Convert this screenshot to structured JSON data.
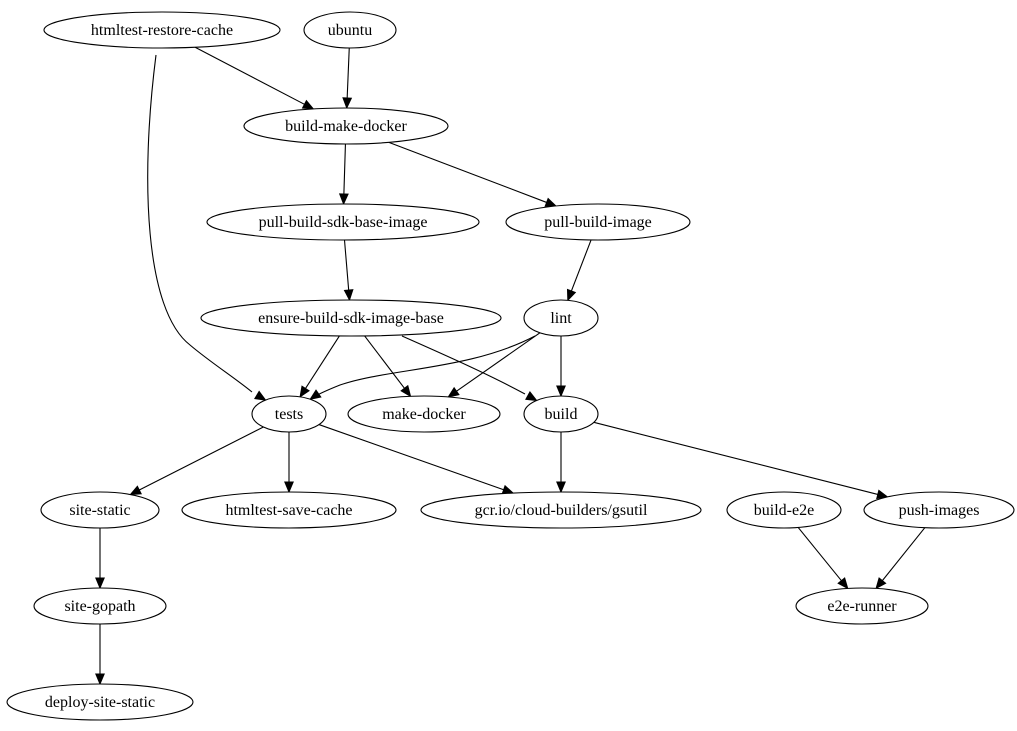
{
  "diagram": {
    "type": "directed-graph",
    "nodes": [
      {
        "id": "htmltest-restore-cache",
        "label": "htmltest-restore-cache"
      },
      {
        "id": "ubuntu",
        "label": "ubuntu"
      },
      {
        "id": "build-make-docker",
        "label": "build-make-docker"
      },
      {
        "id": "pull-build-sdk-base-image",
        "label": "pull-build-sdk-base-image"
      },
      {
        "id": "pull-build-image",
        "label": "pull-build-image"
      },
      {
        "id": "ensure-build-sdk-image-base",
        "label": "ensure-build-sdk-image-base"
      },
      {
        "id": "lint",
        "label": "lint"
      },
      {
        "id": "tests",
        "label": "tests"
      },
      {
        "id": "make-docker",
        "label": "make-docker"
      },
      {
        "id": "build",
        "label": "build"
      },
      {
        "id": "site-static",
        "label": "site-static"
      },
      {
        "id": "htmltest-save-cache",
        "label": "htmltest-save-cache"
      },
      {
        "id": "gsutil",
        "label": "gcr.io/cloud-builders/gsutil"
      },
      {
        "id": "build-e2e",
        "label": "build-e2e"
      },
      {
        "id": "push-images",
        "label": "push-images"
      },
      {
        "id": "site-gopath",
        "label": "site-gopath"
      },
      {
        "id": "e2e-runner",
        "label": "e2e-runner"
      },
      {
        "id": "deploy-site-static",
        "label": "deploy-site-static"
      }
    ],
    "edges": [
      {
        "from": "htmltest-restore-cache",
        "to": "build-make-docker"
      },
      {
        "from": "htmltest-restore-cache",
        "to": "tests"
      },
      {
        "from": "ubuntu",
        "to": "build-make-docker"
      },
      {
        "from": "build-make-docker",
        "to": "pull-build-sdk-base-image"
      },
      {
        "from": "build-make-docker",
        "to": "pull-build-image"
      },
      {
        "from": "pull-build-sdk-base-image",
        "to": "ensure-build-sdk-image-base"
      },
      {
        "from": "pull-build-image",
        "to": "lint"
      },
      {
        "from": "ensure-build-sdk-image-base",
        "to": "tests"
      },
      {
        "from": "ensure-build-sdk-image-base",
        "to": "make-docker"
      },
      {
        "from": "ensure-build-sdk-image-base",
        "to": "build"
      },
      {
        "from": "lint",
        "to": "tests"
      },
      {
        "from": "lint",
        "to": "make-docker"
      },
      {
        "from": "lint",
        "to": "build"
      },
      {
        "from": "tests",
        "to": "site-static"
      },
      {
        "from": "tests",
        "to": "htmltest-save-cache"
      },
      {
        "from": "tests",
        "to": "gsutil"
      },
      {
        "from": "build",
        "to": "gsutil"
      },
      {
        "from": "build",
        "to": "push-images"
      },
      {
        "from": "site-static",
        "to": "site-gopath"
      },
      {
        "from": "site-gopath",
        "to": "deploy-site-static"
      },
      {
        "from": "build-e2e",
        "to": "e2e-runner"
      },
      {
        "from": "push-images",
        "to": "e2e-runner"
      }
    ]
  }
}
